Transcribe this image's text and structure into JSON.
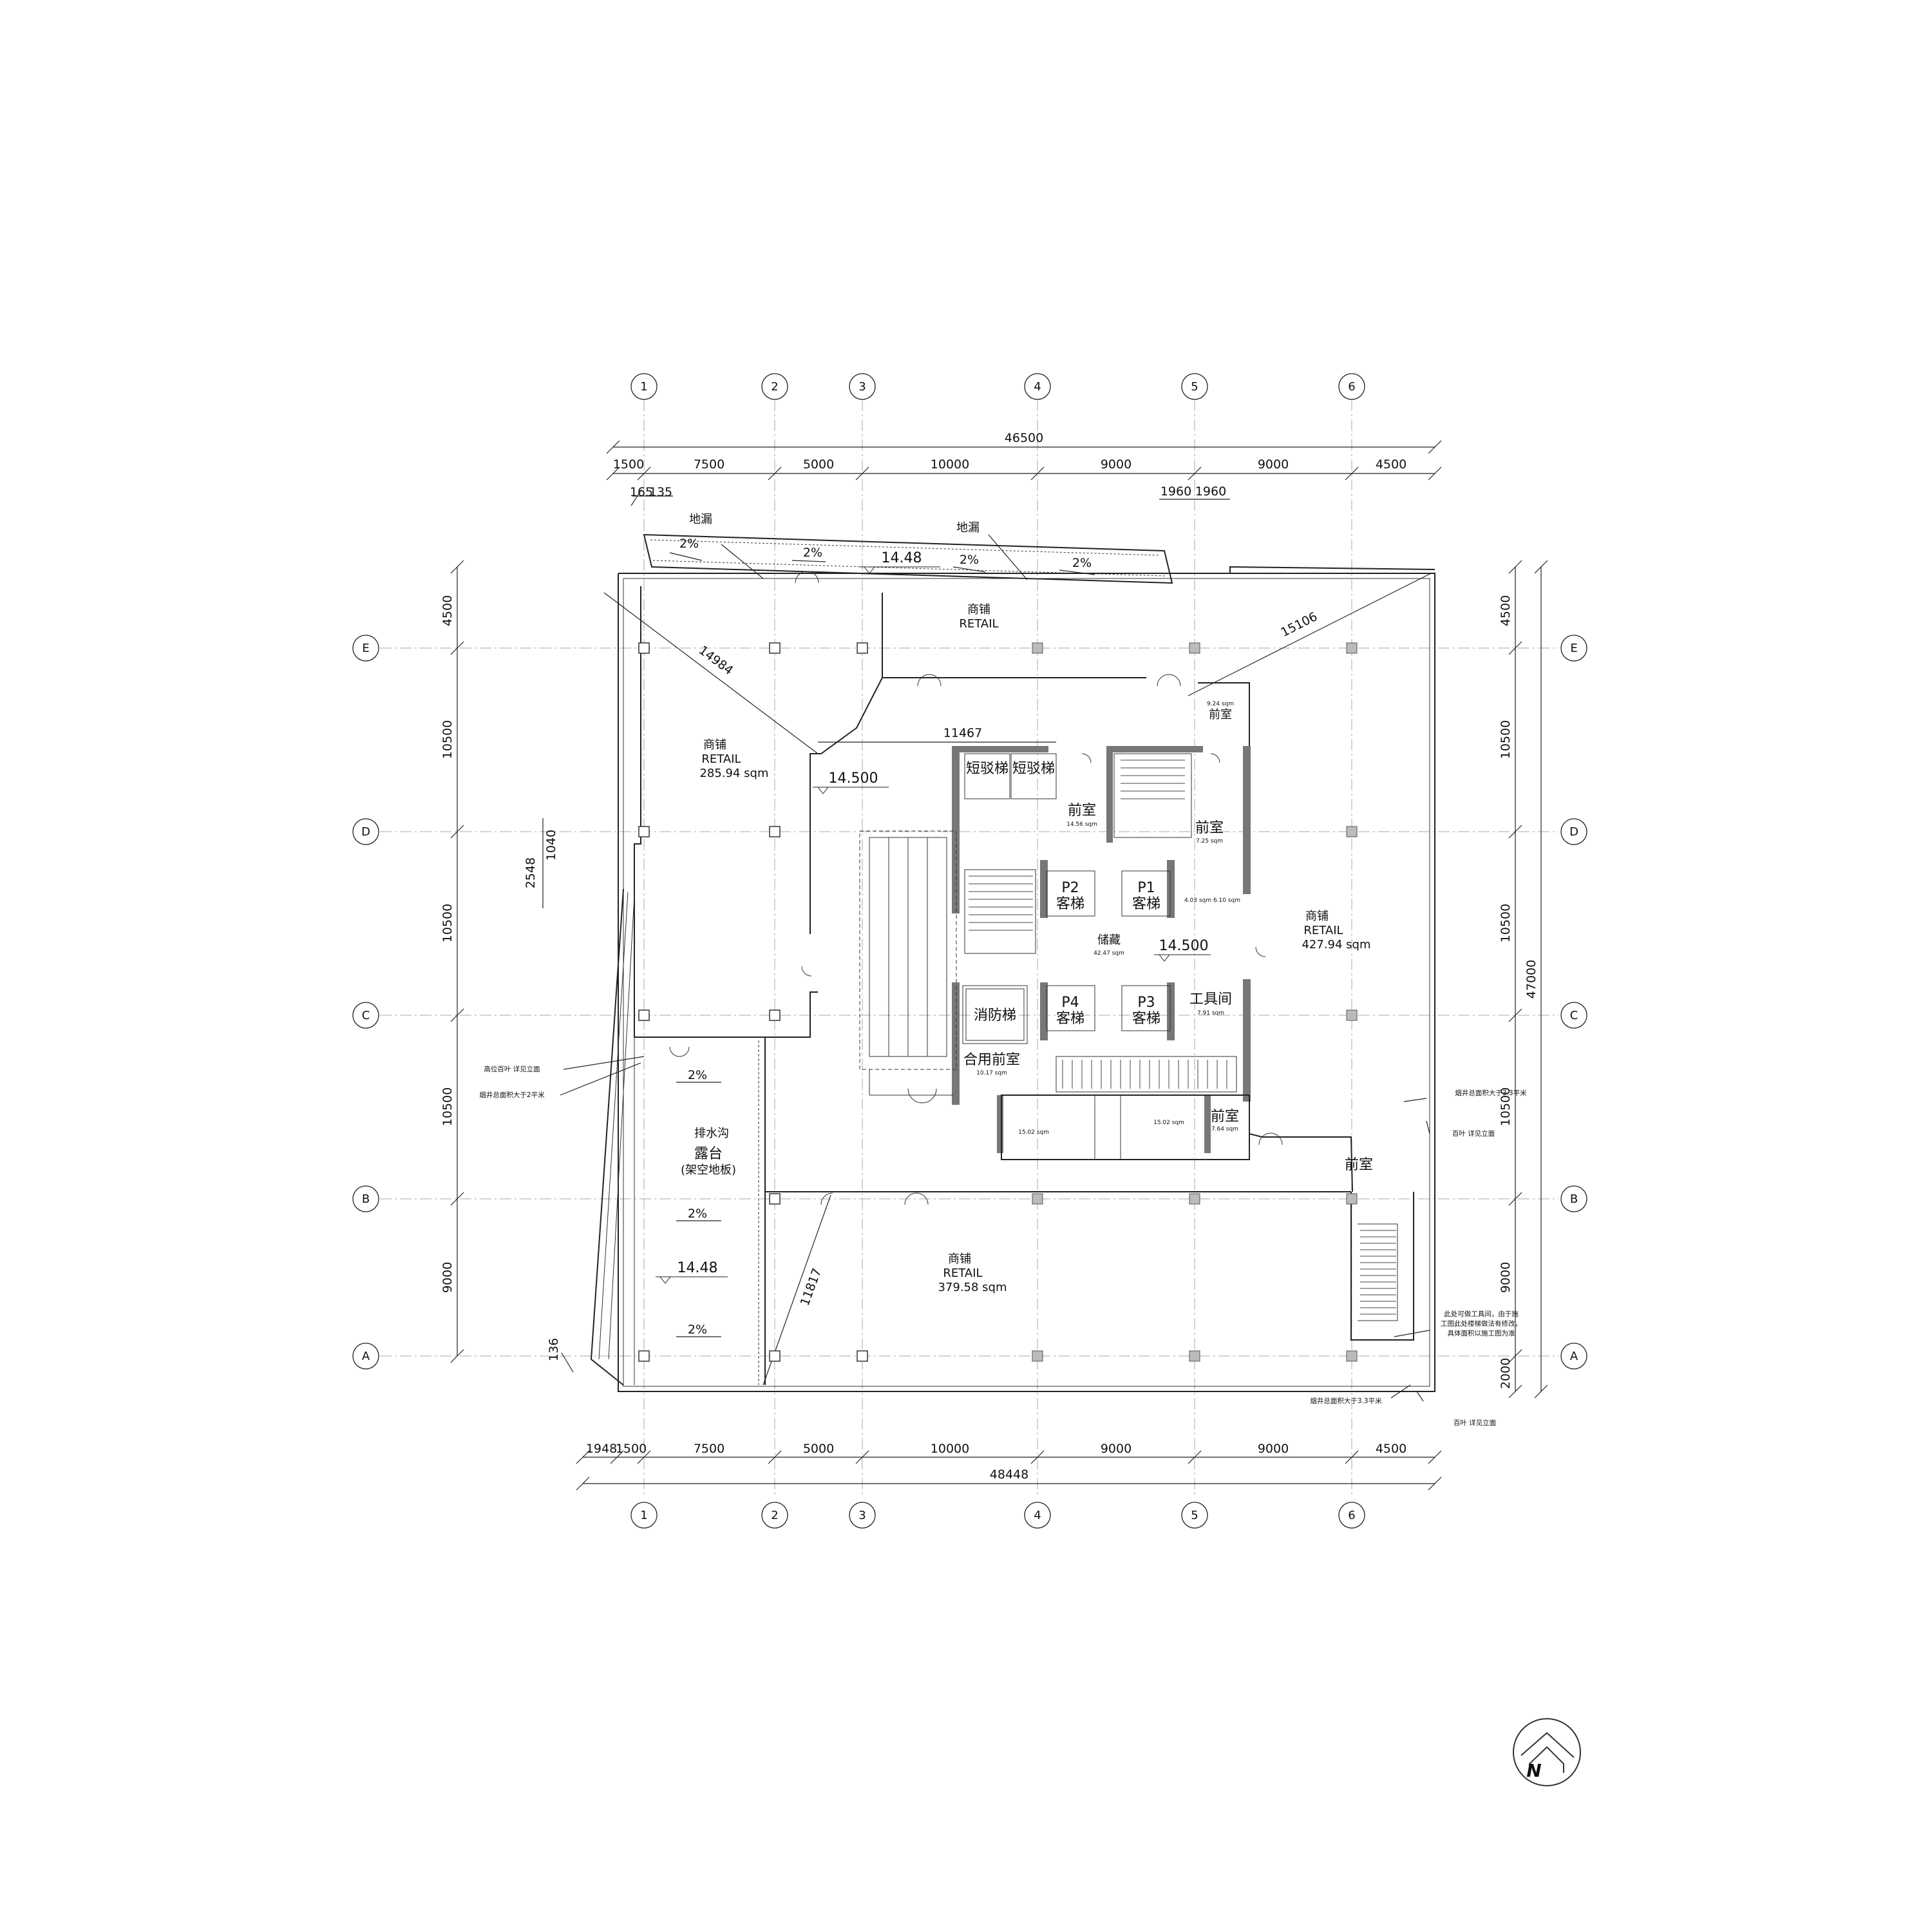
{
  "grid": {
    "columns": [
      "1",
      "2",
      "3",
      "4",
      "5",
      "6"
    ],
    "rows": [
      "E",
      "D",
      "C",
      "B",
      "A"
    ]
  },
  "dimensions": {
    "top_total": "46500",
    "top_segments": [
      "1500",
      "7500",
      "5000",
      "10000",
      "9000",
      "9000",
      "4500"
    ],
    "top_small": [
      "165",
      "135",
      "1960",
      "1960"
    ],
    "bottom_total": "48448",
    "bottom_segments": [
      "1948",
      "1500",
      "7500",
      "5000",
      "10000",
      "9000",
      "9000",
      "4500"
    ],
    "left_segments": [
      "4500",
      "10500",
      "10500",
      "10500",
      "9000"
    ],
    "right_segments": [
      "4500",
      "10500",
      "10500",
      "10500",
      "9000",
      "2000"
    ],
    "right_total": "47000",
    "left_small": [
      "2548",
      "1040",
      "136"
    ],
    "diagonals": [
      "14984",
      "15106",
      "11467",
      "11817"
    ]
  },
  "levels": {
    "terrace_top": "14.48",
    "floor_west": "14.500",
    "floor_core": "14.500",
    "terrace_west": "14.48"
  },
  "rooms": {
    "retail_north": {
      "cn": "商铺",
      "en": "RETAIL"
    },
    "retail_west": {
      "cn": "商铺",
      "en": "RETAIL",
      "area": "285.94 sqm"
    },
    "retail_east": {
      "cn": "商铺",
      "en": "RETAIL",
      "area": "427.94 sqm"
    },
    "retail_south": {
      "cn": "商铺",
      "en": "RETAIL",
      "area": "379.58 sqm"
    },
    "shuttle_lift_1": "短驳梯",
    "shuttle_lift_2": "短驳梯",
    "lobby_ne_small": "前室",
    "lobby_ne_area": "9.24 sqm",
    "lobby_core": "前室",
    "lobby_core_area": "14.56 sqm",
    "lobby_core2": "前室",
    "lobby_core2_area": "7.25 sqm",
    "p1": "P1",
    "p1_cn": "客梯",
    "p2": "P2",
    "p2_cn": "客梯",
    "p3": "P3",
    "p3_cn": "客梯",
    "p4": "P4",
    "p4_cn": "客梯",
    "storage": "储藏",
    "storage_area": "42.47 sqm",
    "fire_lift": "消防梯",
    "tool_room": "工具间",
    "tool_room_area": "7.91 sqm",
    "shared_lobby": "合用前室",
    "shared_lobby_area": "10.17 sqm",
    "lobby_south": "前室",
    "lobby_south_area": "7.64 sqm",
    "lobby_se": "前室",
    "toilet_w_area": "15.02 sqm",
    "toilet_e_area": "15.02 sqm",
    "elec_1": "4.03 sqm",
    "elec_2": "6.10 sqm",
    "terrace": "露台",
    "terrace_sub": "(架空地板)",
    "drain": "排水沟",
    "floor_drain_1": "地漏",
    "floor_drain_2": "地漏"
  },
  "slopes": [
    "2%",
    "2%",
    "2%",
    "2%",
    "2%",
    "2%",
    "2%"
  ],
  "notes": {
    "louver_high": "高位百叶 详见立面",
    "smoke_shaft_2": "烟井总面积大于2平米",
    "smoke_shaft_33_top": "烟井总面积大于3.3平米",
    "louver_east": "百叶 详见立面",
    "tool_room_note_1": "此处可做工具间，由于施",
    "tool_room_note_2": "工图此处楼梯做法有修改，",
    "tool_room_note_3": "具体面积以施工图为准",
    "smoke_shaft_33_bottom": "烟井总面积大于3.3平米",
    "louver_bottom": "百叶 详见立面"
  },
  "north_arrow": {
    "label": "N",
    "icon": "north-arrow-icon"
  }
}
